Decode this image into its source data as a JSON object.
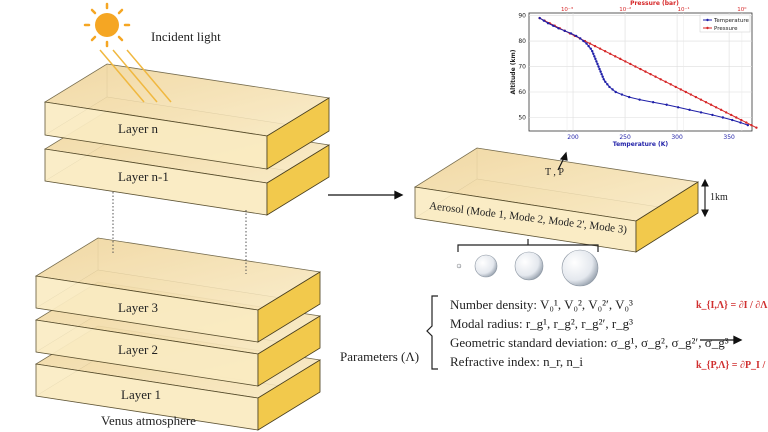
{
  "labels": {
    "incident_light": "Incident light",
    "layer_n": "Layer n",
    "layer_n_minus_1": "Layer n-1",
    "layer_3": "Layer 3",
    "layer_2": "Layer 2",
    "layer_1": "Layer 1",
    "venus_atmosphere": "Venus atmosphere",
    "aerosol": "Aerosol  (Mode 1, Mode 2, Mode 2', Mode 3)",
    "tp": "T , P",
    "thickness": "1km",
    "parameters": "Parameters (Λ)"
  },
  "parameters": [
    "Number density: V₀¹, V₀², V₀²′, V₀³",
    "Modal radius: r_g¹, r_g², r_g²′, r_g³",
    "Geometric standard deviation: σ_g¹, σ_g², σ_g²′, σ_g³",
    "Refractive index: n_r, n_i"
  ],
  "formulas": {
    "k_i": "k_{I,Λ} = ∂I / ∂Λ",
    "k_p": "k_{P,Λ} = ∂P_I / ∂Λ"
  },
  "colors": {
    "slab": "#f7dfa0",
    "slab_side": "#f2c94c",
    "sun": "#f5a623",
    "temperature": "#1f1fa8",
    "pressure": "#d62728"
  },
  "chart_data": {
    "type": "line",
    "xlabel": "Temperature (K)",
    "x2label": "Pressure (bar)",
    "ylabel": "Altitude (km)",
    "xlim": [
      157.7,
      372
    ],
    "ylim": [
      44.7,
      91
    ],
    "xticks": [
      200,
      250,
      300,
      350
    ],
    "yticks": [
      50,
      60,
      70,
      80,
      90
    ],
    "x2ticks": [
      {
        "log": -3,
        "label": "10⁻³"
      },
      {
        "log": -2,
        "label": "10⁻²"
      },
      {
        "log": -1,
        "label": "10⁻¹"
      },
      {
        "log": 0,
        "label": "10⁰"
      }
    ],
    "legend": "top-right",
    "grid": true,
    "series": [
      {
        "name": "Temperature",
        "altitude": [
          89,
          88,
          87,
          86,
          85,
          84,
          83,
          82,
          81,
          80,
          79,
          78,
          77,
          76,
          75,
          74,
          73,
          72,
          71,
          70,
          69,
          68,
          67,
          66,
          65,
          64,
          63,
          62,
          61,
          60,
          59,
          58,
          57,
          56,
          55,
          54,
          53,
          52,
          51,
          50,
          49,
          48,
          47
        ],
        "values": [
          168,
          172,
          176,
          181,
          186,
          192,
          198,
          203,
          207,
          210,
          213,
          215,
          217,
          218.5,
          219.5,
          220.5,
          221.5,
          222.5,
          223.5,
          224.5,
          225.5,
          226.5,
          227.5,
          228.5,
          229.5,
          231,
          233,
          235,
          238,
          241,
          247,
          254,
          264,
          277,
          290,
          301,
          312,
          323,
          334,
          344,
          353,
          361,
          368
        ]
      },
      {
        "name": "Pressure",
        "altitude": [
          89,
          88,
          87,
          86,
          85,
          84,
          83,
          82,
          81,
          80,
          79,
          78,
          77,
          76,
          75,
          74,
          73,
          72,
          71,
          70,
          69,
          68,
          67,
          66,
          65,
          64,
          63,
          62,
          61,
          60,
          59,
          58,
          57,
          56,
          55,
          54,
          53,
          52,
          51,
          50,
          49,
          48,
          47,
          46
        ],
        "log10_values": [
          -3.47,
          -3.384,
          -3.297,
          -3.211,
          -3.124,
          -3.038,
          -2.951,
          -2.865,
          -2.778,
          -2.692,
          -2.605,
          -2.519,
          -2.432,
          -2.346,
          -2.259,
          -2.173,
          -2.086,
          -2.0,
          -1.913,
          -1.827,
          -1.74,
          -1.654,
          -1.567,
          -1.481,
          -1.394,
          -1.308,
          -1.221,
          -1.135,
          -1.048,
          -0.962,
          -0.875,
          -0.789,
          -0.702,
          -0.616,
          -0.529,
          -0.443,
          -0.356,
          -0.27,
          -0.183,
          -0.097,
          -0.01,
          0.076,
          0.163,
          0.249
        ]
      }
    ]
  }
}
